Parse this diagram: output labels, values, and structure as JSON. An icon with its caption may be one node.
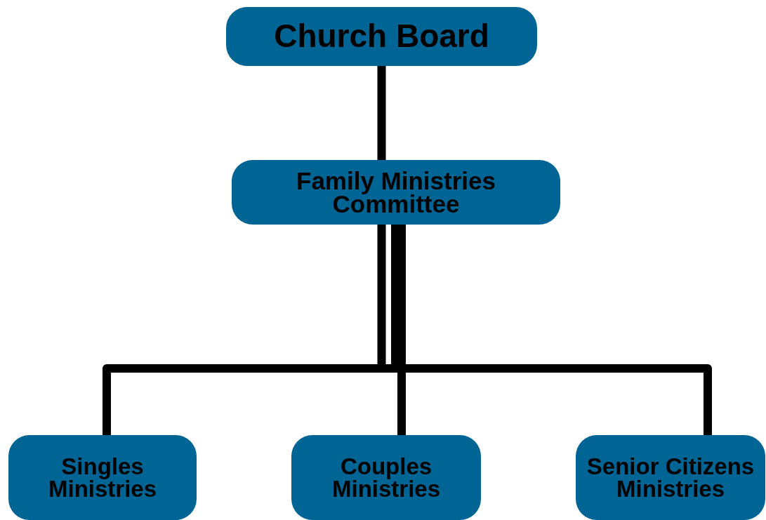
{
  "diagram": {
    "nodes": [
      {
        "text": [
          "Church Board"
        ]
      },
      {
        "text": [
          "Family Ministries Committee"
        ]
      },
      {
        "text": [
          "Singles Ministries"
        ]
      },
      {
        "text": [
          "Couples Ministries"
        ]
      },
      {
        "text": [
          "Senior Citizens Ministries"
        ]
      }
    ],
    "edges": [
      {
        "from": 0,
        "to": 1,
        "arrow": "none"
      },
      {
        "from": 1,
        "to": 2,
        "arrow": "none"
      },
      {
        "from": 1,
        "to": 3,
        "arrow": "none"
      },
      {
        "from": 1,
        "to": 4,
        "arrow": "none"
      }
    ]
  }
}
